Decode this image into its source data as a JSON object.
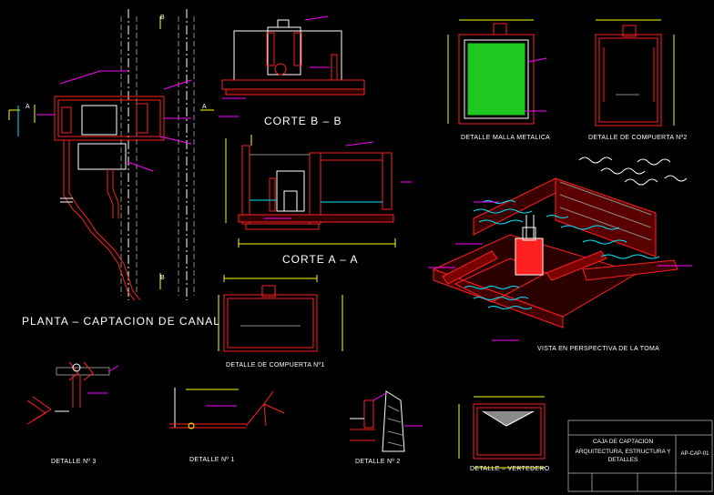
{
  "drawing": {
    "titles": {
      "planta": "PLANTA – CAPTACION DE CANAL",
      "corte_bb": "CORTE B – B",
      "corte_aa": "CORTE A – A",
      "detalle_malla": "DETALLE MALLA METALICA",
      "detalle_compuerta_2": "DETALLE DE COMPUERTA Nº2",
      "detalle_compuerta_1": "DETALLE DE COMPUERTA Nº1",
      "vista_perspectiva": "VISTA EN PERSPECTIVA DE LA TOMA",
      "detalle_3": "DETALLE Nº 3",
      "detalle_1": "DETALLE Nº 1",
      "detalle_2": "DETALLE Nº 2",
      "detalle_vertedero": "DETALLE – VERTEDERO"
    },
    "title_block": {
      "description_line1": "CAJA DE CAPTACION",
      "description_line2": "ARQUITECTURA, ESTRUCTURA Y DETALLES",
      "sheet_code": "AP-CAP-01"
    },
    "section_markers": {
      "b": "B",
      "a": "A"
    },
    "colors": {
      "background": "#000000",
      "structure": "#ff2020",
      "annotation": "#ff00ff",
      "dimension": "#ffff00",
      "outline": "#ffffff",
      "water": "#00e5ff",
      "mesh": "#1ec81e",
      "grid": "#8a8a8a"
    }
  }
}
